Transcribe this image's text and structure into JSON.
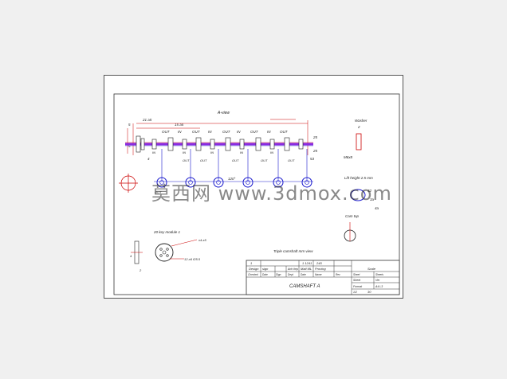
{
  "drawing": {
    "view_label": "A-view",
    "top_dims": [
      "21 a5",
      "15 a5",
      "OUT",
      "OUT",
      "OUT",
      "OUT",
      "IN",
      "IN",
      "IN",
      "IN",
      "OUT"
    ],
    "dims_left": [
      "5",
      "5",
      "4"
    ],
    "small_labels": [
      "IN",
      "IN",
      "IN",
      "IN",
      "IN",
      "OUT",
      "OUT",
      "OUT",
      "OUT",
      "OUT",
      "OUT"
    ],
    "angle_label": "120°",
    "right_dims": [
      "25",
      "25",
      "53"
    ],
    "washer_label": "Washer",
    "washer_dim": "2",
    "lift_label": "Lift height 2.5 mm",
    "lift_dims": [
      "42",
      "3a",
      "4a"
    ],
    "cam_label": "Cam top",
    "m_label": "M6x8",
    "bolt_title": "20 key module 1",
    "bolt_dims": [
      "x4-x5",
      "12-x6 f25.5",
      "4",
      "2"
    ],
    "caption": "Triple camshaft mm view"
  },
  "title_block": {
    "rows": [
      [
        "1",
        "",
        "",
        "",
        "",
        "1 1241",
        "245",
        "",
        ""
      ],
      [
        "Design",
        "sign",
        "",
        "Anh tiep",
        "",
        "Matl ML",
        "Proving",
        "",
        "Scale"
      ],
      [
        "Checked",
        "Date",
        "Sign",
        "Dept",
        "Date",
        "Name",
        "Rev",
        "Sheet",
        "Sheets"
      ]
    ],
    "part_name": "CAMSHAFT A",
    "right_cells": [
      "Sheet",
      "Ver",
      "Format",
      "A4 L3",
      "1/2",
      "30"
    ]
  },
  "watermark": "莫西网 www.3dmox.com",
  "colors": {
    "shaft": "#8a2be2",
    "lines": "#1a1acd",
    "dims": "#cc0000",
    "ink": "#222222"
  }
}
